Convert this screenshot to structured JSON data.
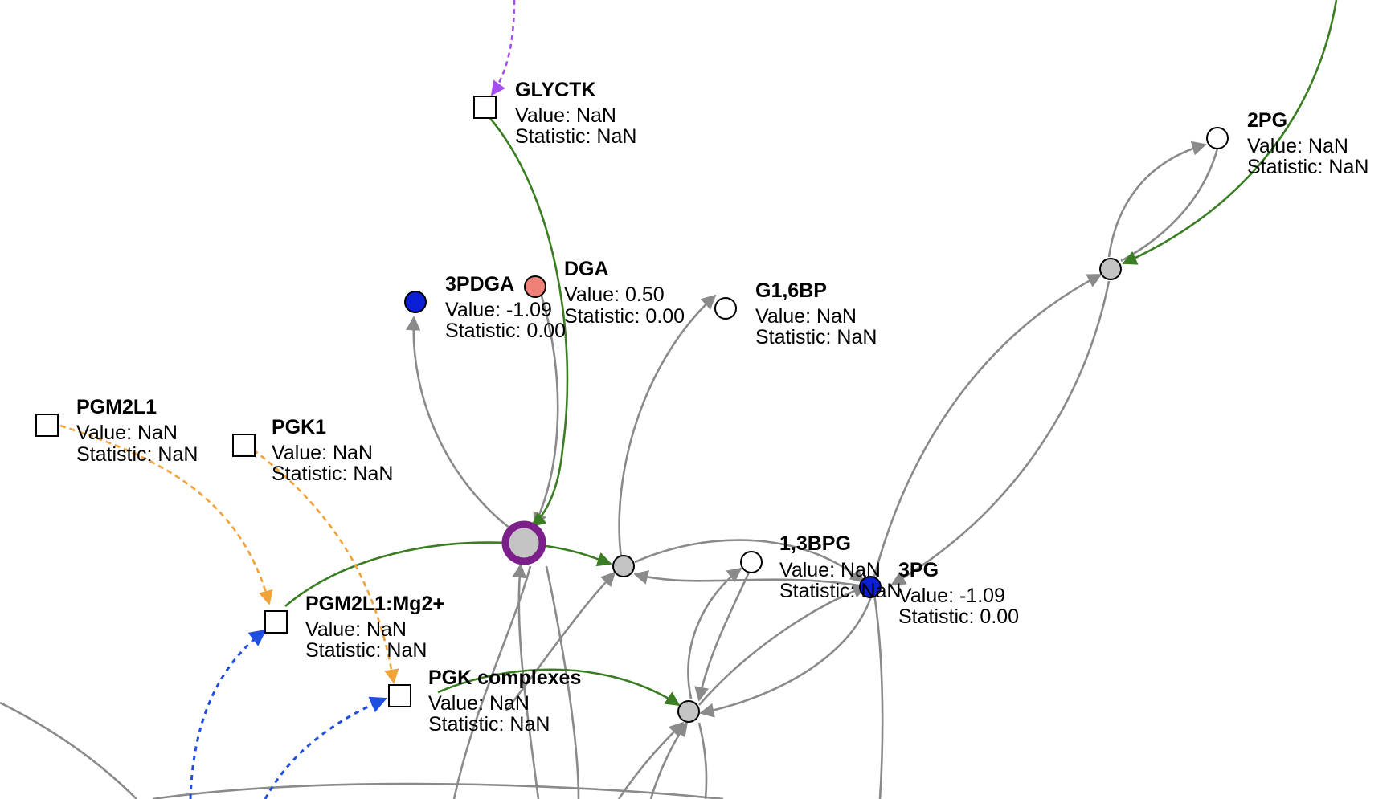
{
  "colors": {
    "edge_gray": "#8a8a8a",
    "edge_green": "#3a7d22",
    "edge_orange": "#f0a33a",
    "edge_blue": "#1f4fe0",
    "edge_purple": "#a34ff0",
    "node_negative": "#0a1fd6",
    "node_positive": "#ee8078",
    "node_none": "#ffffff",
    "reaction_fill": "#c4c4c4",
    "hub_ring": "#7b1f8a"
  },
  "nodes": {
    "glyctk": {
      "name": "GLYCTK",
      "value": "Value: NaN",
      "statistic": "Statistic: NaN"
    },
    "dga": {
      "name": "DGA",
      "value": "Value: 0.50",
      "statistic": "Statistic: 0.00"
    },
    "pdga3": {
      "name": "3PDGA",
      "value": "Value: -1.09",
      "statistic": "Statistic: 0.00"
    },
    "g16bp": {
      "name": "G1,6BP",
      "value": "Value: NaN",
      "statistic": "Statistic: NaN"
    },
    "pg2": {
      "name": "2PG",
      "value": "Value: NaN",
      "statistic": "Statistic: NaN"
    },
    "pgm2l1": {
      "name": "PGM2L1",
      "value": "Value: NaN",
      "statistic": "Statistic: NaN"
    },
    "pgk1": {
      "name": "PGK1",
      "value": "Value: NaN",
      "statistic": "Statistic: NaN"
    },
    "pgm2l1mg": {
      "name": "PGM2L1:Mg2+",
      "value": "Value: NaN",
      "statistic": "Statistic: NaN"
    },
    "pgkcomplexes": {
      "name": "PGK complexes",
      "value": "Value: NaN",
      "statistic": "Statistic: NaN"
    },
    "bpg13": {
      "name": "1,3BPG",
      "value": "Value: NaN",
      "statistic": "Statistic: NaN"
    },
    "pg3": {
      "name": "3PG",
      "value": "Value: -1.09",
      "statistic": "Statistic: 0.00"
    }
  }
}
